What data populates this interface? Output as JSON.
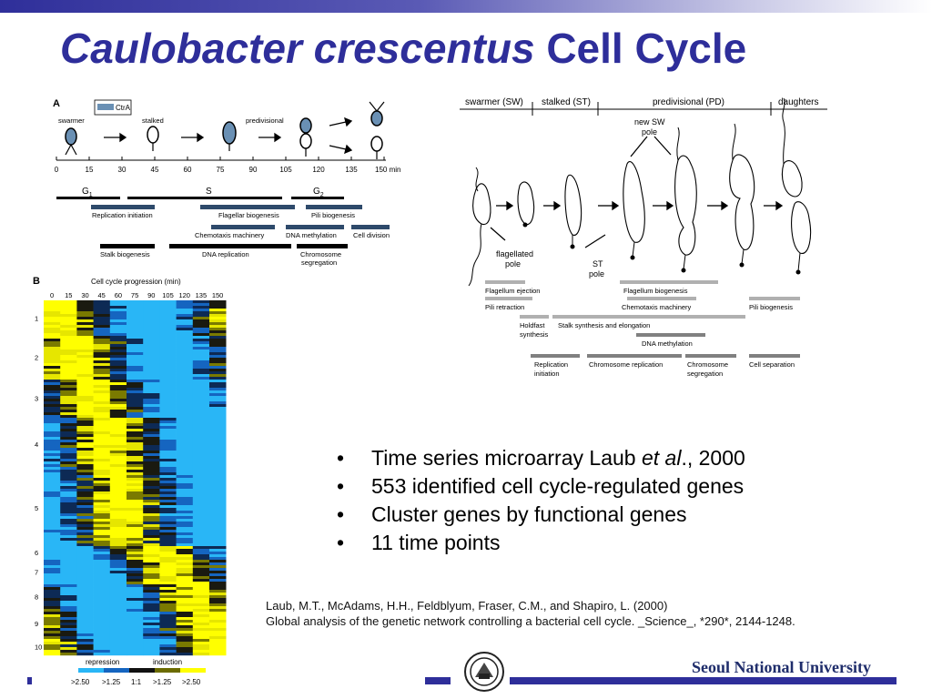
{
  "title": {
    "italic": "Caulobacter crescentus",
    "rest": " Cell Cycle"
  },
  "panel_a": {
    "letter": "A",
    "legend": "CtrA",
    "stages": [
      "swarmer",
      "stalked",
      "predivisional"
    ],
    "ticks": [
      "0",
      "15",
      "30",
      "45",
      "60",
      "75",
      "90",
      "105",
      "120",
      "135",
      "150 min"
    ],
    "phases": {
      "g1": "G",
      "g1_sub": "1",
      "s": "S",
      "g2": "G",
      "g2_sub": "2"
    },
    "events": {
      "replication_initiation": "Replication initiation",
      "flagellar_biogenesis": "Flagellar biogenesis",
      "pili_biogenesis": "Pili biogenesis",
      "chemotaxis_machinery": "Chemotaxis machinery",
      "dna_methylation": "DNA methylation",
      "cell_division": "Cell division",
      "stalk_biogenesis": "Stalk biogenesis",
      "dna_replication": "DNA replication",
      "chromosome_segregation_1": "Chromosome",
      "chromosome_segregation_2": "segregation"
    }
  },
  "panel_b": {
    "letter": "B",
    "header": "Cell cycle progression (min)",
    "columns": [
      "0",
      "15",
      "30",
      "45",
      "60",
      "75",
      "90",
      "105",
      "120",
      "135",
      "150"
    ],
    "clusters": [
      "1",
      "2",
      "3",
      "4",
      "5",
      "6",
      "7",
      "8",
      "9",
      "10"
    ],
    "legend": {
      "repression": "repression",
      "induction": "induction"
    },
    "scale": [
      ">2.50",
      ">1.25",
      "1:1",
      ">1.25",
      ">2.50"
    ]
  },
  "panel_right": {
    "stages": [
      "swarmer (SW)",
      "stalked (ST)",
      "predivisional (PD)",
      "daughters"
    ],
    "labels": {
      "new_sw_1": "new SW",
      "new_sw_2": "pole",
      "flag_pole_1": "flagellated",
      "flag_pole_2": "pole",
      "st_pole_1": "ST",
      "st_pole_2": "pole"
    },
    "events": {
      "flagellum_ejection": "Flagellum ejection",
      "flagellum_biogenesis": "Flagellum biogenesis",
      "pili_retraction": "Pili retraction",
      "chemotaxis_machinery": "Chemotaxis machinery",
      "pili_biogenesis": "Pili biogenesis",
      "holdfast_1": "Holdfast",
      "holdfast_2": "synthesis",
      "stalk_synthesis": "Stalk synthesis and elongation",
      "dna_methylation": "DNA methylation",
      "replication_initiation_1": "Replication",
      "replication_initiation_2": "initiation",
      "chromosome_replication": "Chromosome replication",
      "chromosome_segregation_1": "Chromosome",
      "chromosome_segregation_2": "segregation",
      "cell_separation": "Cell separation"
    }
  },
  "bullets": {
    "b1_pre": "Time series microarray Laub ",
    "b1_italic": "et al",
    "b1_post": "., 2000",
    "b2": "553 identified cell cycle-regulated genes",
    "b3": "Cluster genes by functional genes",
    "b4": "11 time points",
    "bullet_glyph": "•"
  },
  "reference": {
    "line1": "Laub, M.T., McAdams, H.H., Feldblyum, Fraser, C.M., and Shapiro, L. (2000)",
    "line2": "Global analysis of the genetic network controlling a bacterial cell cycle. _Science_, *290*, 2144-1248."
  },
  "footer": {
    "university": "Seoul National University",
    "emblem_icon": "snu-emblem-icon"
  },
  "colors": {
    "title": "#2e2e9a",
    "bar": "#2e2e9a",
    "ctra": "#6a90b4",
    "heat_yellow": "#ffff00",
    "heat_blue": "#1e88e5"
  }
}
